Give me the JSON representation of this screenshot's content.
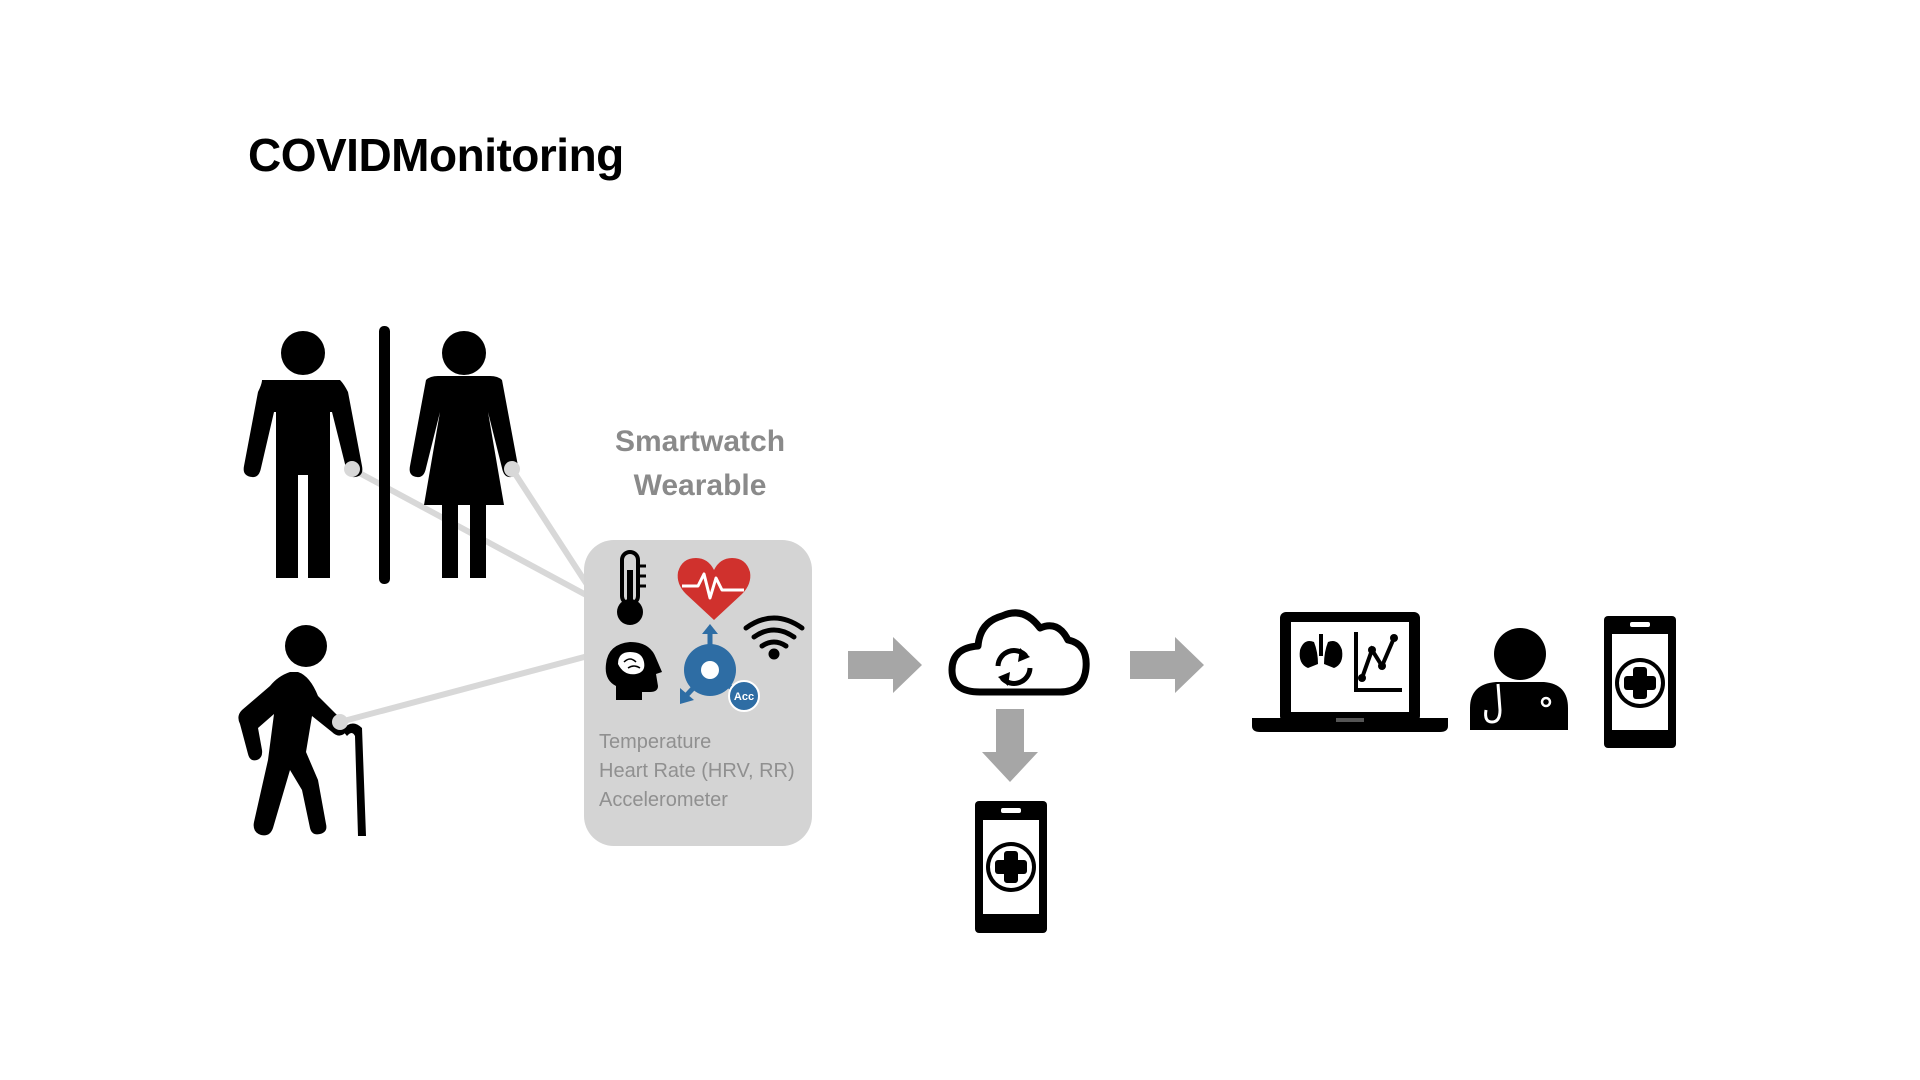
{
  "title": "COVIDMonitoring",
  "device": {
    "heading_line1": "Smartwatch",
    "heading_line2": "Wearable",
    "sensors": [
      "Temperature",
      "Heart Rate (HRV, RR)",
      "Accelerometer"
    ],
    "acc_badge": "Acc"
  },
  "icons": [
    "man-icon",
    "divider-bar",
    "woman-icon",
    "elderly-person-with-cane-icon",
    "thermometer-icon",
    "heart-rate-icon",
    "wifi-icon",
    "brain-icon",
    "accelerometer-icon",
    "arrow-right-icon",
    "cloud-sync-icon",
    "arrow-down-icon",
    "medical-phone-icon",
    "laptop-dashboard-icon",
    "doctor-icon"
  ],
  "colors": {
    "icon": "#000000",
    "connector": "#d8d8d8",
    "sensor_box": "#d4d4d4",
    "heading_text": "#8a8a8a",
    "sensor_text": "#909090",
    "arrow": "#a6a6a6",
    "heart": "#d0312d",
    "accelerometer": "#2e6da4"
  }
}
